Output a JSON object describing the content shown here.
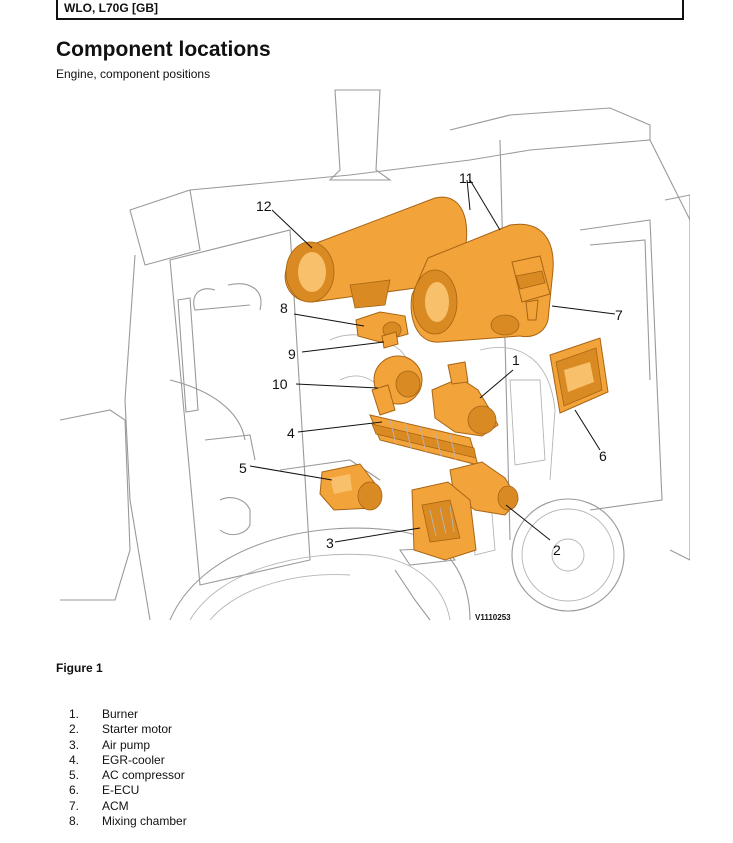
{
  "header": {
    "text": "WLO, L70G [GB]"
  },
  "title": "Component locations",
  "subtitle": "Engine, component positions",
  "figure": {
    "callouts": [
      {
        "id": "12",
        "label": "12"
      },
      {
        "id": "11",
        "label": "11"
      },
      {
        "id": "8",
        "label": "8"
      },
      {
        "id": "7",
        "label": "7"
      },
      {
        "id": "9",
        "label": "9"
      },
      {
        "id": "1",
        "label": "1"
      },
      {
        "id": "10",
        "label": "10"
      },
      {
        "id": "4",
        "label": "4"
      },
      {
        "id": "6",
        "label": "6"
      },
      {
        "id": "5",
        "label": "5"
      },
      {
        "id": "3",
        "label": "3"
      },
      {
        "id": "2",
        "label": "2"
      }
    ],
    "reference": "V1110253",
    "highlight_color": "#f2a43a",
    "caption": "Figure 1"
  },
  "parts": [
    {
      "num": "1.",
      "name": "Burner"
    },
    {
      "num": "2.",
      "name": "Starter motor"
    },
    {
      "num": "3.",
      "name": "Air pump"
    },
    {
      "num": "4.",
      "name": "EGR-cooler"
    },
    {
      "num": "5.",
      "name": "AC compressor"
    },
    {
      "num": "6.",
      "name": "E-ECU"
    },
    {
      "num": "7.",
      "name": "ACM"
    },
    {
      "num": "8.",
      "name": "Mixing chamber"
    }
  ]
}
